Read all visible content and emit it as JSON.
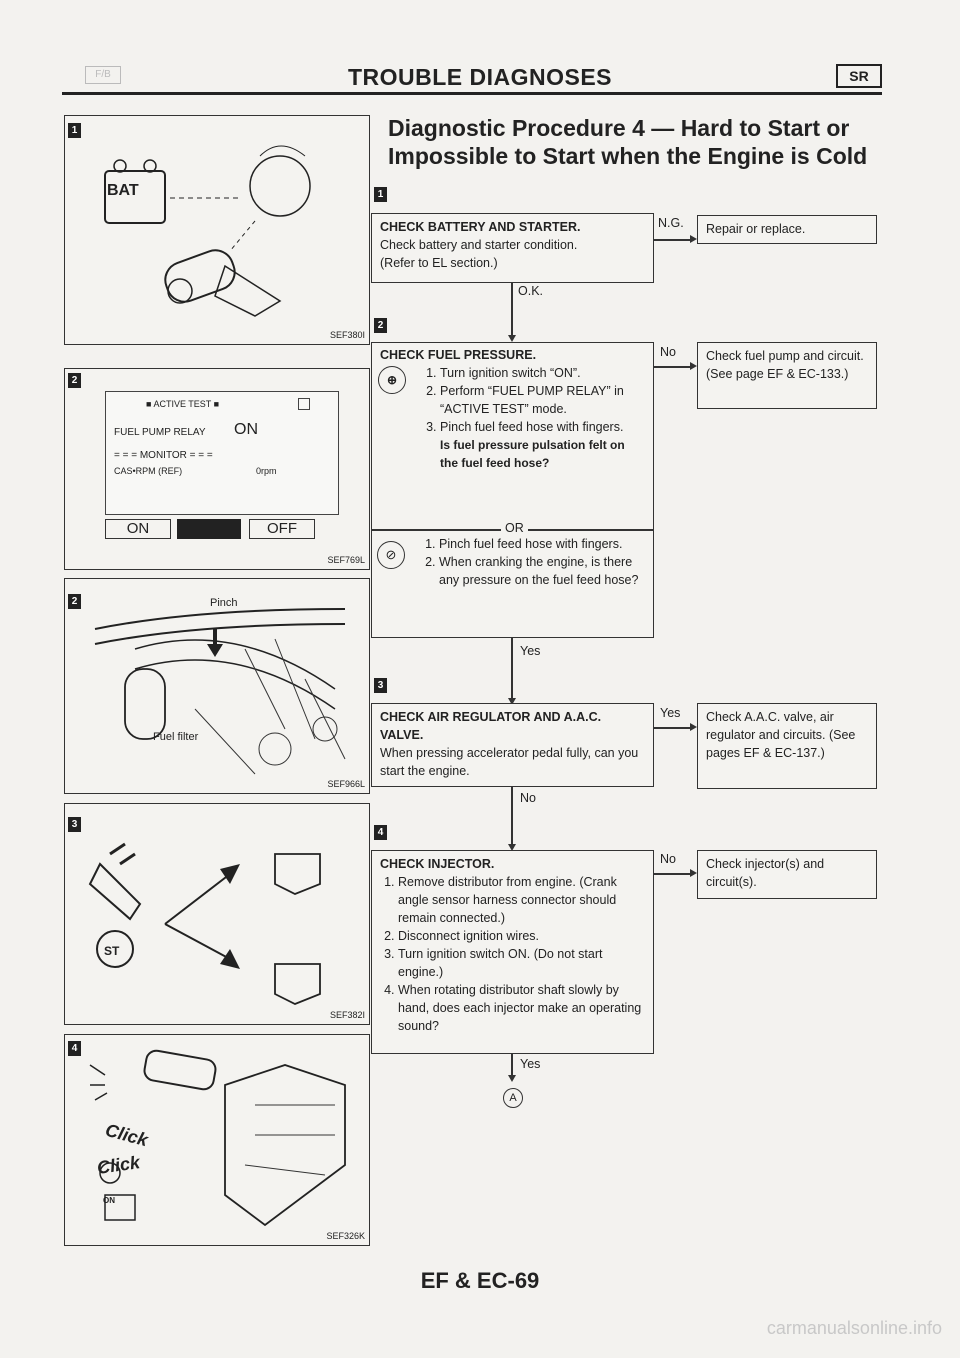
{
  "header": {
    "title": "TROUBLE DIAGNOSES",
    "left_tag": "F/B",
    "right_tag": "SR"
  },
  "procedure_title_line1": "Diagnostic Procedure 4 — Hard to Start or",
  "procedure_title_line2": "Impossible to Start when the Engine is Cold",
  "step_numbers": [
    "1",
    "2",
    "3",
    "4"
  ],
  "figures": {
    "fig1": {
      "num": "1",
      "ref": "SEF380I",
      "label": "BAT"
    },
    "fig2": {
      "num": "2",
      "ref": "SEF769L",
      "active_test": "ACTIVE TEST",
      "fuel_pump": "FUEL PUMP RELAY",
      "fuel_state": "ON",
      "monitor": "= = = MONITOR = = =",
      "cas": "CAS•RPM (REF)",
      "rpm": "0rpm",
      "btn_on": "ON",
      "btn_off": "OFF"
    },
    "fig3": {
      "num": "2",
      "ref": "SEF966L",
      "pinch": "Pinch",
      "filter": "Fuel filter"
    },
    "fig4": {
      "num": "3",
      "ref": "SEF382I",
      "st": "ST"
    },
    "fig5": {
      "num": "4",
      "ref": "SEF326K",
      "click1": "Click",
      "click2": "Click",
      "on": "ON"
    }
  },
  "steps": {
    "s1": {
      "title": "CHECK BATTERY AND STARTER.",
      "l1": "Check battery and starter condition.",
      "l2": "(Refer to EL section.)",
      "ng_label": "N.G.",
      "ng_action": "Repair or replace.",
      "ok_label": "O.K."
    },
    "s2": {
      "title": "CHECK FUEL PRESSURE.",
      "a1": "Turn ignition switch “ON”.",
      "a2": "Perform “FUEL PUMP RELAY” in “ACTIVE TEST” mode.",
      "a3": "Pinch fuel feed hose with fingers.",
      "q1": "Is fuel pressure pulsation felt on the fuel feed hose?",
      "or_label": "OR",
      "b1": "Pinch fuel feed hose with fingers.",
      "b2": "When cranking the engine, is there any pressure on the fuel feed hose?",
      "no_label": "No",
      "no_action": "Check fuel pump and circuit. (See page EF & EC-133.)",
      "yes_label": "Yes"
    },
    "s3": {
      "title": "CHECK AIR REGULATOR AND A.A.C. VALVE.",
      "body": "When pressing accelerator pedal fully, can you start the engine.",
      "yes_label": "Yes",
      "yes_action": "Check A.A.C. valve, air regulator and circuits. (See pages EF & EC-137.)",
      "no_label": "No"
    },
    "s4": {
      "title": "CHECK INJECTOR.",
      "i1": "Remove distributor from engine. (Crank angle sensor harness connector should remain connected.)",
      "i2": "Disconnect ignition wires.",
      "i3": "Turn ignition switch ON. (Do not start engine.)",
      "i4": "When rotating distributor shaft slowly by hand, does each injector make an operating sound?",
      "no_label": "No",
      "no_action": "Check injector(s) and circuit(s).",
      "yes_label": "Yes",
      "next": "A"
    }
  },
  "footer": "EF & EC-69",
  "watermark": "carmanualsonline.info"
}
